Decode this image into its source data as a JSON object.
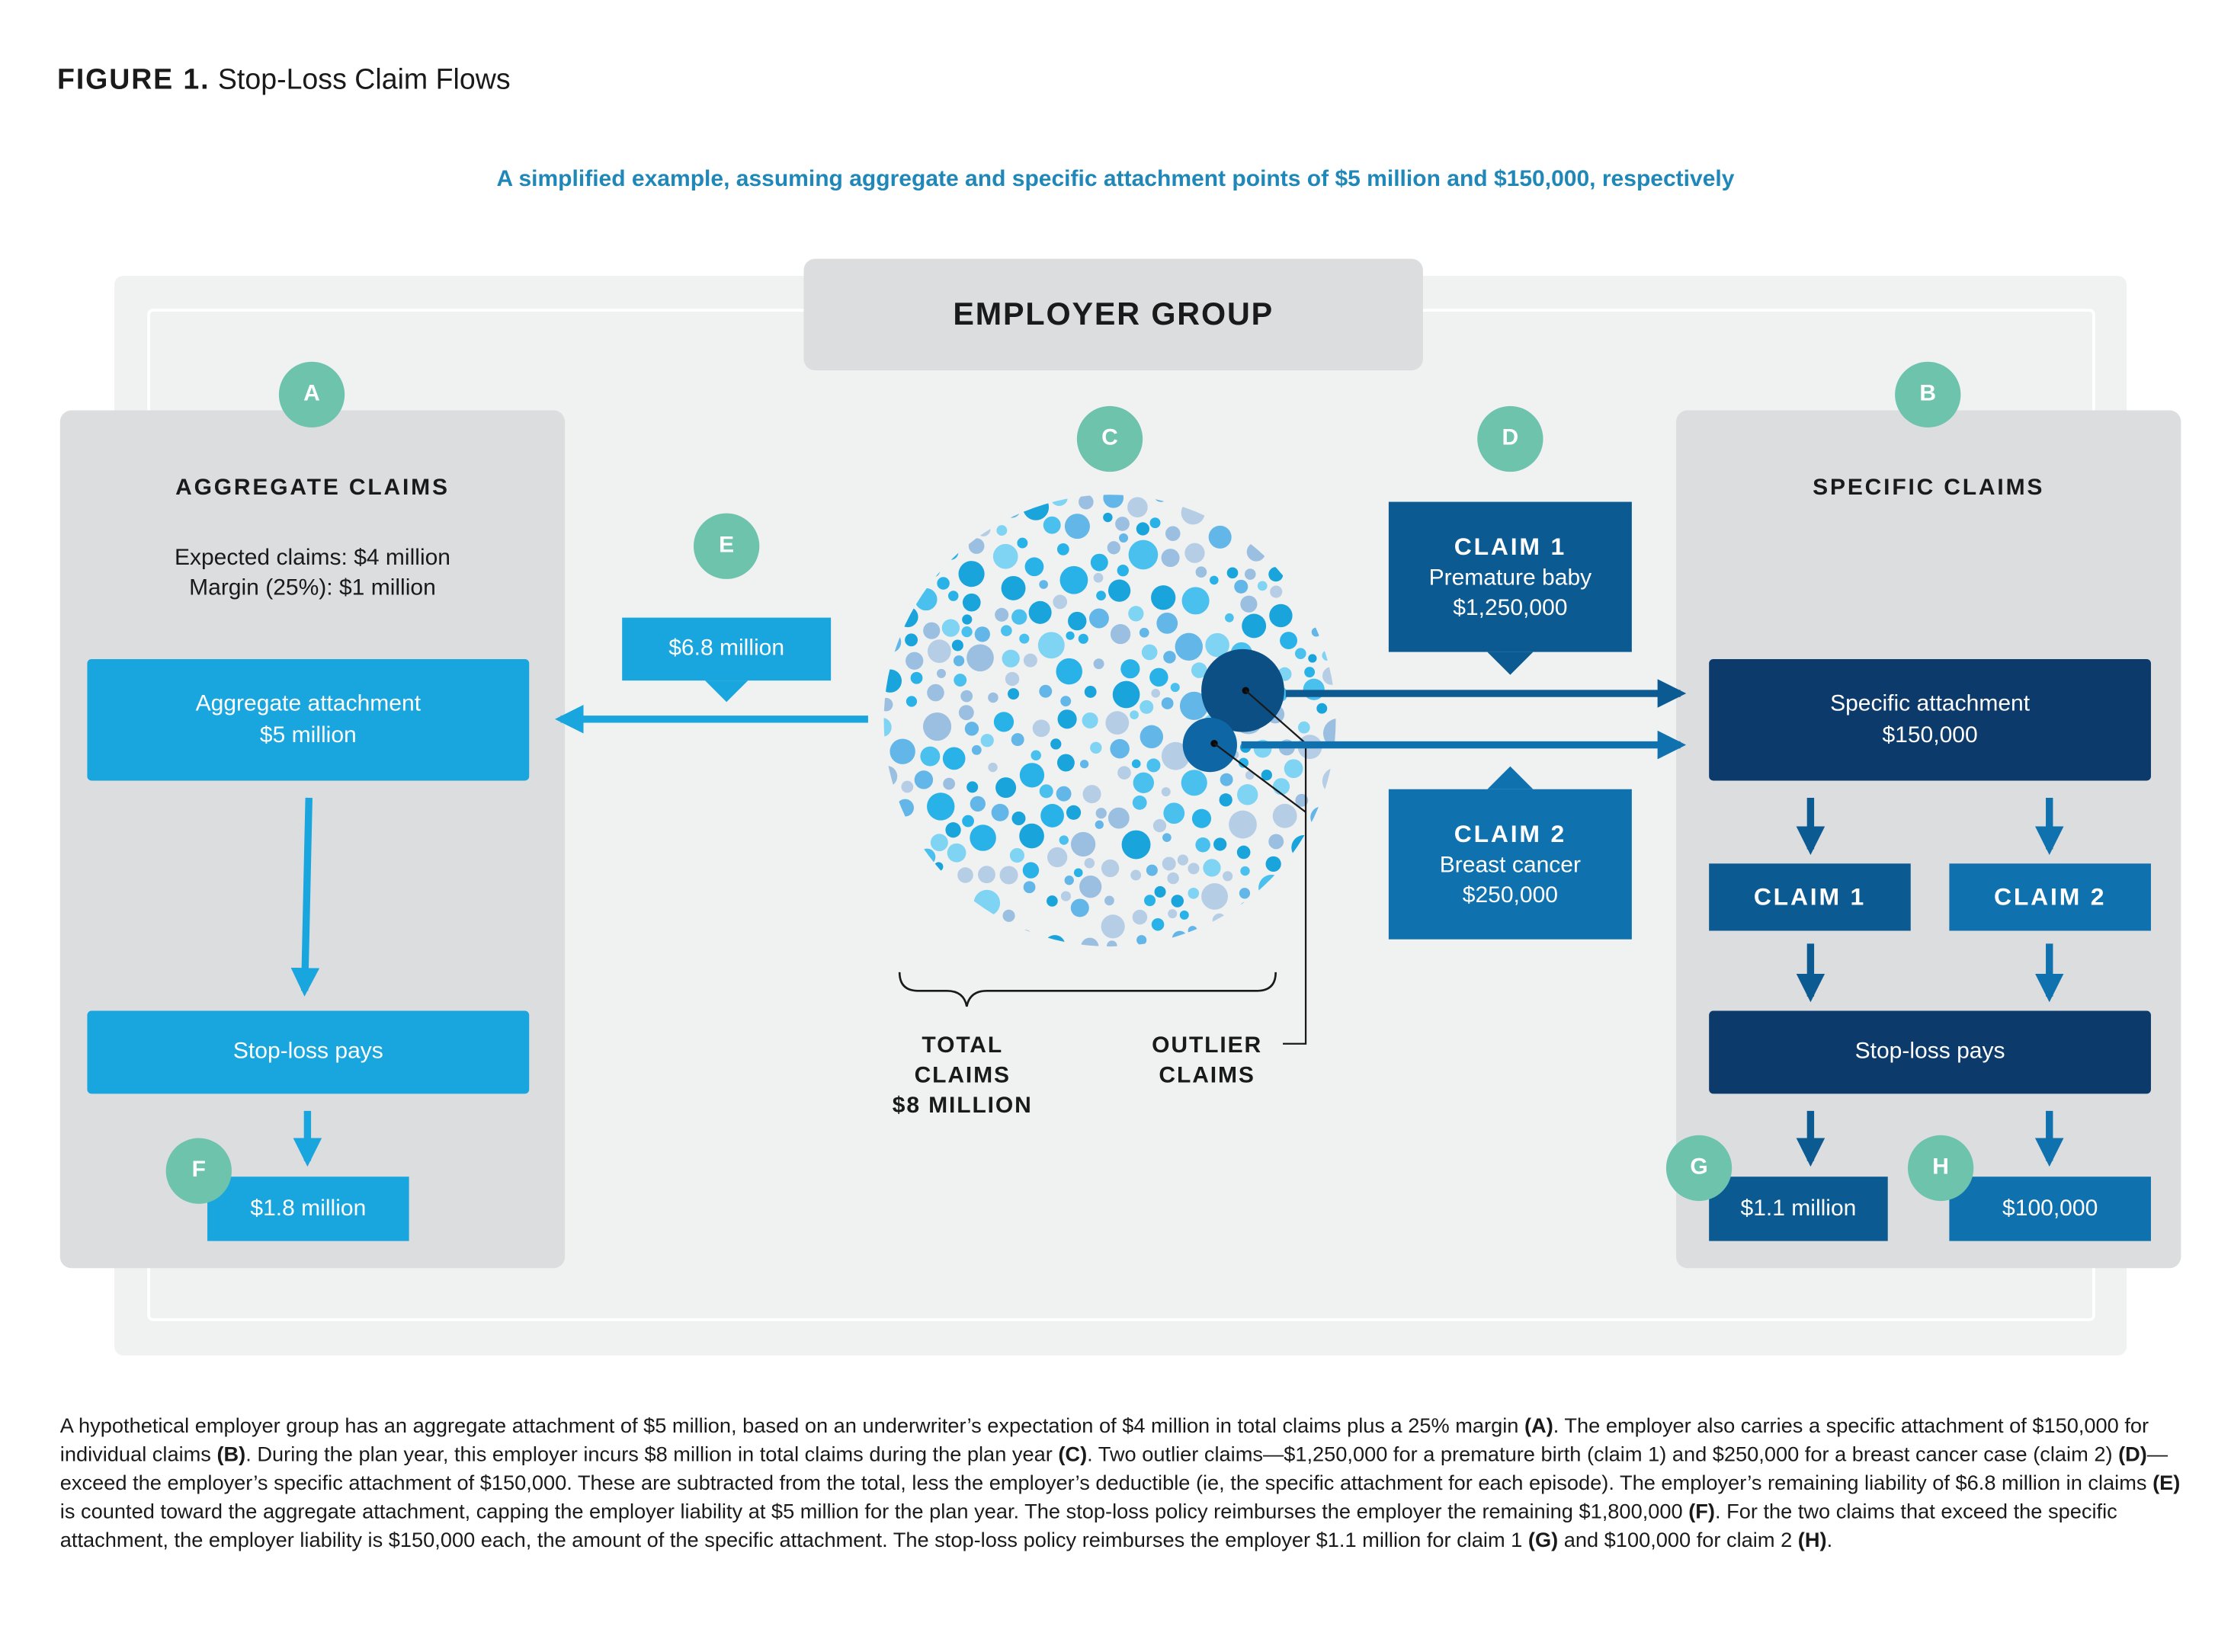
{
  "figure": {
    "label": "FIGURE 1.",
    "title": "Stop-Loss Claim Flows"
  },
  "subtitle": "A simplified example, assuming aggregate and specific attachment points of $5 million and $150,000, respectively",
  "employer_group": "EMPLOYER GROUP",
  "aggregate": {
    "badge": "A",
    "title": "AGGREGATE CLAIMS",
    "expected_line1": "Expected claims: $4 million",
    "expected_line2": "Margin (25%): $1 million",
    "attachment_line1": "Aggregate attachment",
    "attachment_line2": "$5 million",
    "stoploss": "Stop-loss pays",
    "result_badge": "F",
    "result": "$1.8 million"
  },
  "center": {
    "badge_c": "C",
    "badge_e": "E",
    "remaining": "$6.8 million",
    "total_line1": "TOTAL",
    "total_line2": "CLAIMS",
    "total_line3": "$8 MILLION",
    "outlier_line1": "OUTLIER",
    "outlier_line2": "CLAIMS"
  },
  "claims": {
    "badge_d": "D",
    "claim1": {
      "title": "CLAIM 1",
      "desc": "Premature baby",
      "amount": "$1,250,000"
    },
    "claim2": {
      "title": "CLAIM 2",
      "desc": "Breast cancer",
      "amount": "$250,000"
    }
  },
  "specific": {
    "badge": "B",
    "title": "SPECIFIC CLAIMS",
    "attachment_line1": "Specific attachment",
    "attachment_line2": "$150,000",
    "claim1": "CLAIM 1",
    "claim2": "CLAIM 2",
    "stoploss": "Stop-loss pays",
    "badge_g": "G",
    "result_g": "$1.1 million",
    "badge_h": "H",
    "result_h": "$100,000"
  },
  "caption": [
    {
      "t": "A hypothetical employer group has an aggregate attachment of $5 million, based on an underwriter’s expectation of $4 million in total claims plus a 25% margin ",
      "b": false
    },
    {
      "t": "(A)",
      "b": true
    },
    {
      "t": ". The employer also carries a specific attachment of $150,000 for individual claims ",
      "b": false
    },
    {
      "t": "(B)",
      "b": true
    },
    {
      "t": ". During the plan year, this employer incurs $8 million in total claims during the plan year ",
      "b": false
    },
    {
      "t": "(C)",
      "b": true
    },
    {
      "t": ". Two outlier claims—$1,250,000 for a premature birth (claim 1) and $250,000 for a breast cancer case (claim 2) ",
      "b": false
    },
    {
      "t": "(D)",
      "b": true
    },
    {
      "t": "—exceed the employer’s specific attachment of $150,000. These are subtracted from the total, less the employer’s deductible (ie, the specific attachment for each episode). The employer’s remaining liability of $6.8 million in claims ",
      "b": false
    },
    {
      "t": "(E)",
      "b": true
    },
    {
      "t": " is counted toward the aggregate attachment, capping the employer liability at $5 million for the plan year. The stop-loss policy reimburses the employer the remaining $1,800,000 ",
      "b": false
    },
    {
      "t": "(F)",
      "b": true
    },
    {
      "t": ". For the two claims that exceed the specific attachment, the employer liability is $150,000 each, the amount of the specific attachment. The stop-loss policy reimburses the employer $1.1 million for claim 1 ",
      "b": false
    },
    {
      "t": "(G)",
      "b": true
    },
    {
      "t": " and $100,000 for claim 2 ",
      "b": false
    },
    {
      "t": "(H)",
      "b": true
    },
    {
      "t": ".",
      "b": false
    }
  ],
  "colors": {
    "teal_badge": "#6ec3ad",
    "light_blue": "#19a5dd",
    "mid_blue": "#0f72ae",
    "dark_blue": "#0b5a92",
    "navy": "#0c3a6b",
    "subtitle_blue": "#1f88b8"
  }
}
